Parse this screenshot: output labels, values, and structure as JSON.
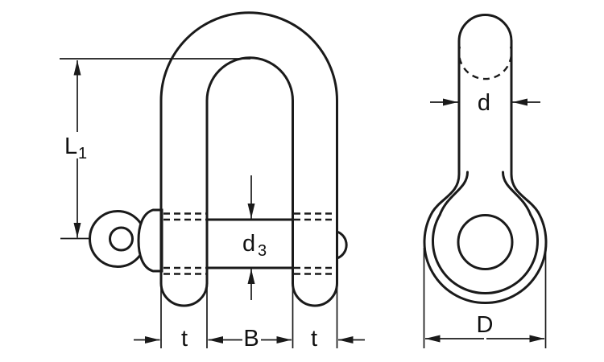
{
  "meta": {
    "background": "#ffffff",
    "line_color": "#1a1a1a"
  },
  "labels": {
    "L1": {
      "base": "L",
      "sub": "1"
    },
    "d3": {
      "base": "d",
      "sub": "3"
    },
    "t_left": "t",
    "B": "B",
    "t_right": "t",
    "d": "d",
    "D": "D"
  }
}
